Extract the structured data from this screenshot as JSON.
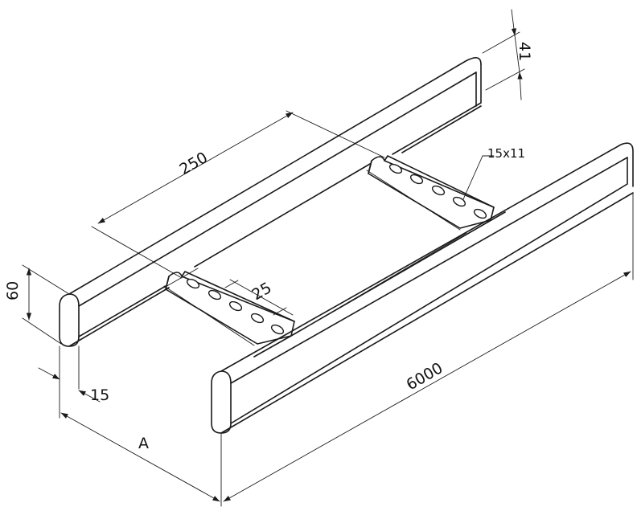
{
  "dimensions": {
    "length": "6000",
    "rung_spacing": "250",
    "slot_pitch": "25",
    "slot_size": "15x11",
    "side_height": "60",
    "flange_width": "15",
    "tray_width": "A",
    "rung_height": "41"
  },
  "colors": {
    "line": "#1a1a1a",
    "background": "#ffffff"
  }
}
